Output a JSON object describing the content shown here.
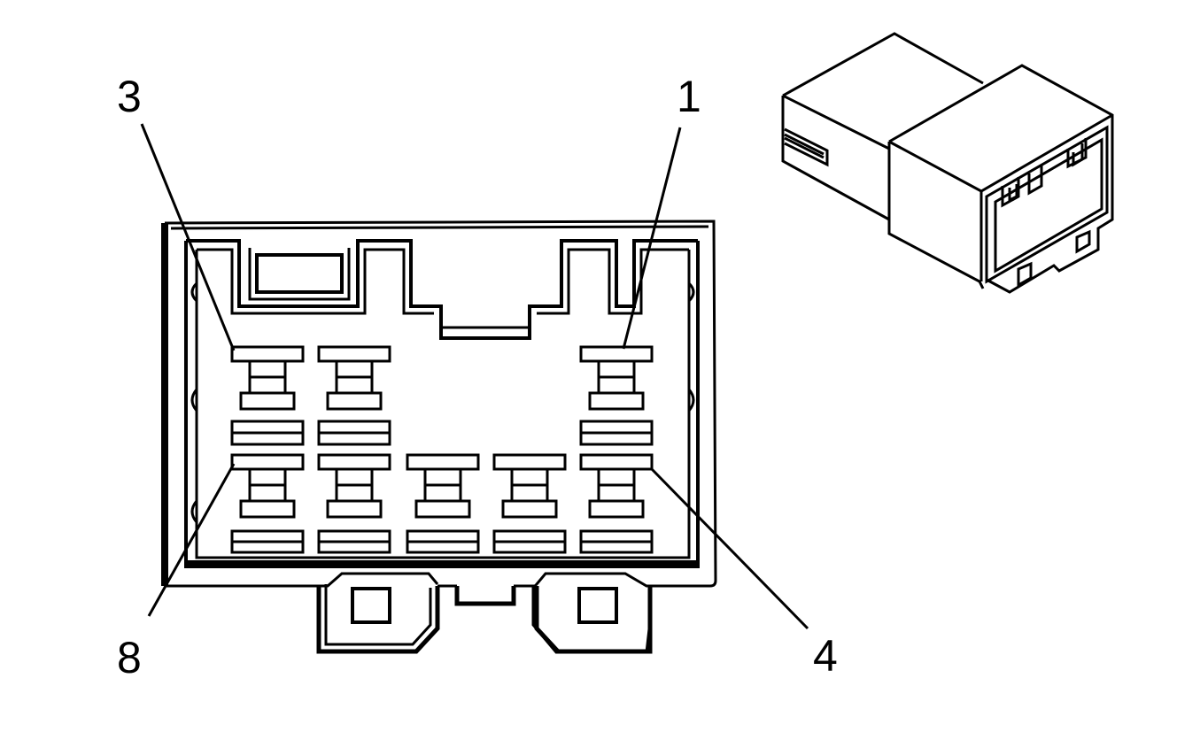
{
  "diagram": {
    "pin_labels": {
      "top_left": "3",
      "top_right": "1",
      "bottom_left": "8",
      "bottom_right": "4"
    },
    "colors": {
      "ink": "#000000",
      "paper": "#ffffff"
    }
  }
}
